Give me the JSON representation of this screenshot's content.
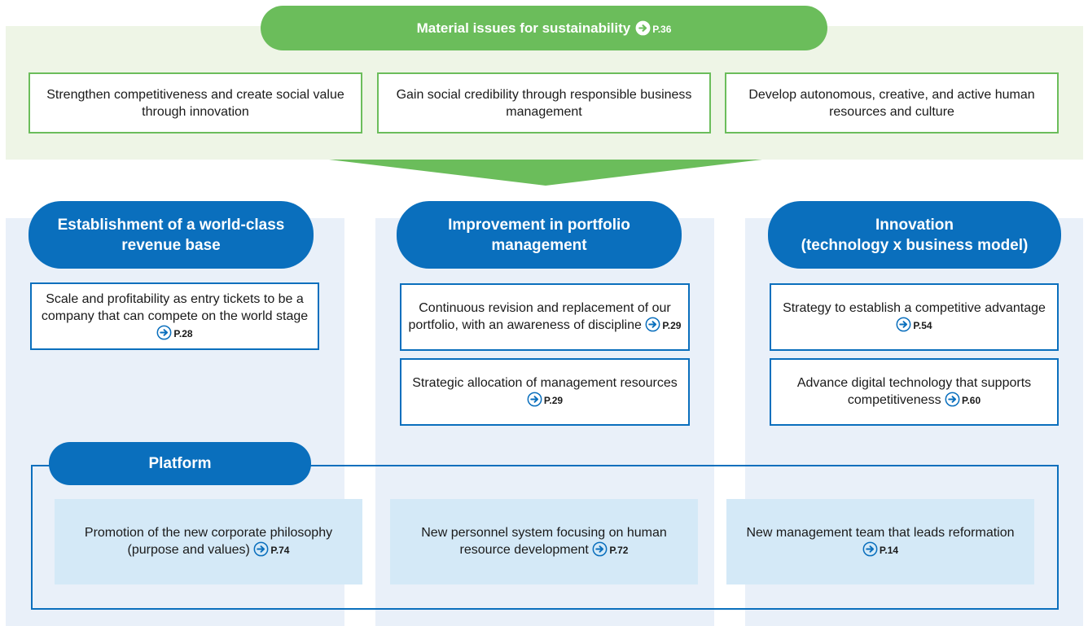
{
  "material": {
    "title": "Material issues for sustainability",
    "ref": "P.36",
    "issues": [
      {
        "text": "Strengthen competitiveness and create social value through innovation"
      },
      {
        "text": "Gain social credibility through responsible business management"
      },
      {
        "text": "Develop autonomous, creative, and active human resources and culture"
      }
    ]
  },
  "columns": [
    {
      "title_line1": "Establishment of a world-class",
      "title_line2": "revenue base",
      "items": [
        {
          "text": "Scale and profitability as entry tickets to be a company that can compete on the world stage",
          "ref": "P.28"
        }
      ]
    },
    {
      "title_line1": "Improvement in portfolio",
      "title_line2": "management",
      "items": [
        {
          "text": "Continuous revision and replacement of our portfolio, with an awareness of discipline",
          "ref": "P.29"
        },
        {
          "text": "Strategic allocation of management resources",
          "ref": "P.29"
        }
      ]
    },
    {
      "title_line1": "Innovation",
      "title_line2": "(technology x business model)",
      "items": [
        {
          "text": "Strategy to establish a competitive advantage",
          "ref": "P.54"
        },
        {
          "text": "Advance digital technology that supports competitiveness",
          "ref": "P.60"
        }
      ]
    }
  ],
  "platform": {
    "title": "Platform",
    "items": [
      {
        "text": "Promotion of the new corporate philosophy (purpose and values)",
        "ref": "P.74"
      },
      {
        "text": "New personnel system focusing on human resource development",
        "ref": "P.72"
      },
      {
        "text": "New management team that leads reformation",
        "ref": "P.14"
      }
    ]
  },
  "colors": {
    "green": "#6bbd5b",
    "light_green": "#eef5e6",
    "blue": "#0a6fbd",
    "light_blue_bg": "#e9f0f9",
    "platform_box": "#d4e9f7"
  },
  "icons": {
    "page_link": "circle-arrow-right-icon"
  }
}
